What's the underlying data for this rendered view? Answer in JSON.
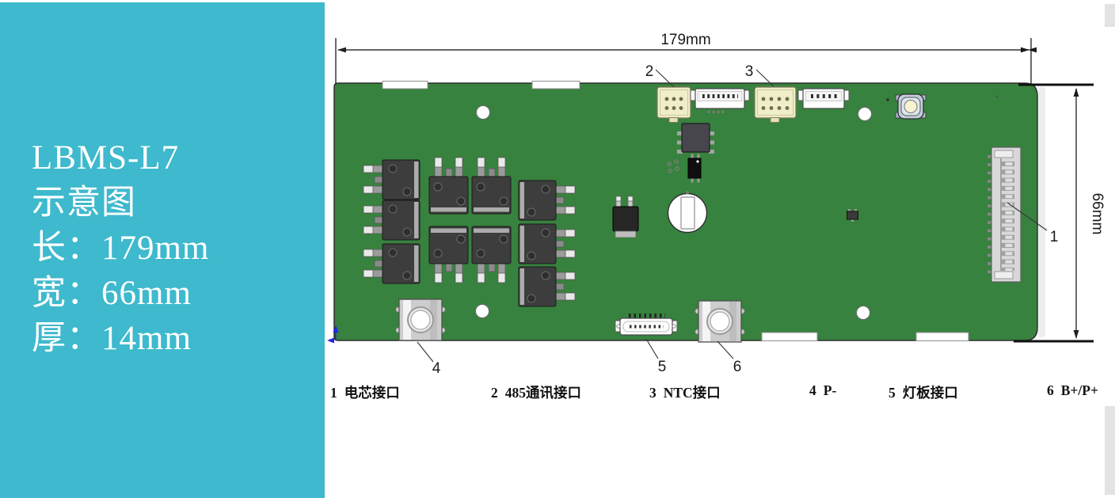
{
  "sidebar": {
    "lines": [
      "LBMS-L7",
      "示意图",
      "长：179mm",
      "宽：66mm",
      "厚：14mm"
    ]
  },
  "dims": {
    "width_label": "179mm",
    "height_label": "66mm"
  },
  "callouts": [
    "1",
    "2",
    "3",
    "4",
    "5",
    "6"
  ],
  "legend": {
    "items": [
      {
        "num": "1",
        "label": "电芯接口"
      },
      {
        "num": "2",
        "label": "485通讯接口"
      },
      {
        "num": "3",
        "label": "NTC接口"
      },
      {
        "num": "4",
        "label": "P-"
      },
      {
        "num": "5",
        "label": "灯板接口"
      },
      {
        "num": "6",
        "label": "B+/P+"
      }
    ]
  },
  "colors": {
    "panel_teal": "#3EB9CD",
    "board_green": "#37823E",
    "connector_cream": "#F0EDC9",
    "text_white": "#FFFFFF"
  }
}
